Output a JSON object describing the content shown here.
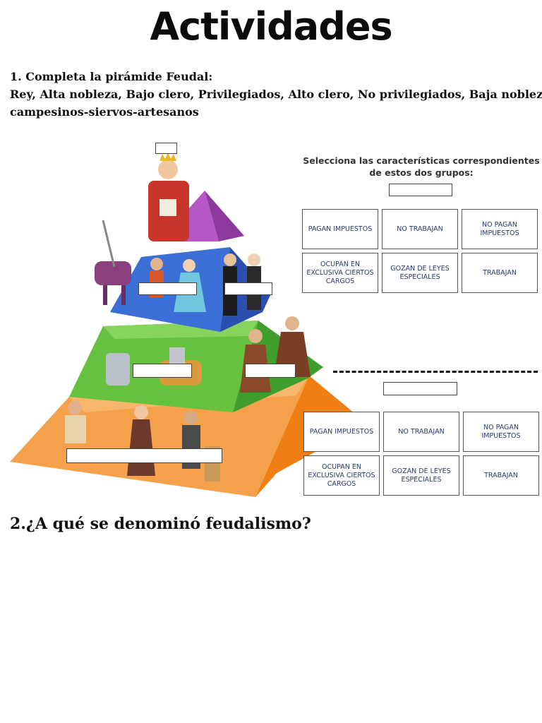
{
  "title": "Actividades",
  "instructions": {
    "line1": "1. Completa la pirámide Feudal:",
    "line2": "Rey, Alta nobleza, Bajo clero, Privilegiados, Alto clero, No privilegiados, Baja nobleza y",
    "line3": "campesinos-siervos-artesanos"
  },
  "selection": {
    "title_line1": "Selecciona las características correspondientes",
    "title_line2": "de estos dos grupos:"
  },
  "grid_top": [
    "Pagan impuestos",
    "No trabajan",
    "No pagan impuestos",
    "Ocupan en exclusiva ciertos cargos",
    "Gozan de leyes especiales",
    "Trabajan"
  ],
  "grid_bottom": [
    "Pagan impuestos",
    "No trabajan",
    "No pagan impuestos",
    "Ocupan en exclusiva ciertos cargos",
    "Gozan de leyes especiales",
    "Trabajan"
  ],
  "question2": "2.¿A qué se denominó feudalismo?",
  "colors": {
    "top_tier": "#b24fc0",
    "second_tier": "#2f5fc9",
    "third_tier": "#5dbb3a",
    "base_tier": "#f2891c",
    "grid_text": "#2a3a6a"
  }
}
